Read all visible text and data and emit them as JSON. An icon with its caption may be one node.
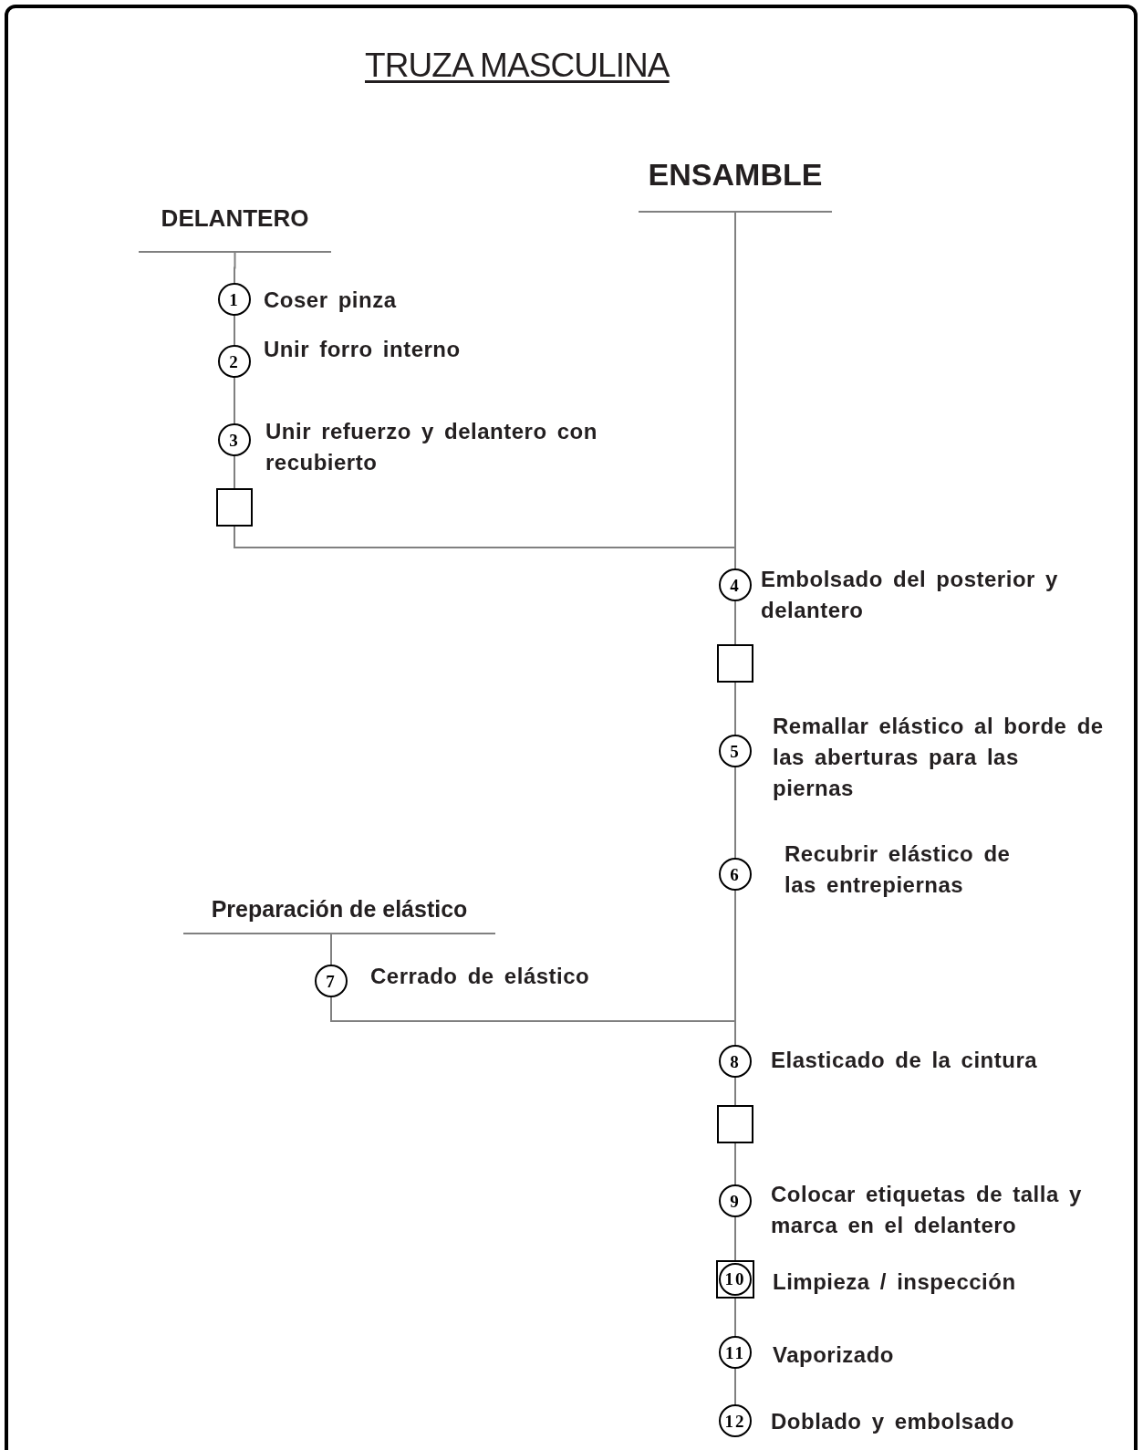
{
  "diagram": {
    "title": "TRUZA MASCULINA",
    "nodes": [
      {
        "text": [
          "DELANTERO"
        ]
      },
      {
        "text": [
          "1"
        ],
        "beside": [
          "Coser pinza"
        ]
      },
      {
        "text": [
          "2"
        ],
        "beside": [
          "Unir forro interno"
        ]
      },
      {
        "text": [
          "3"
        ],
        "beside": [
          "Unir refuerzo y delantero con recubierto"
        ]
      },
      {
        "text": [],
        "shape": "box"
      },
      {
        "text": [
          "ENSAMBLE"
        ]
      },
      {
        "text": [
          "4"
        ],
        "beside": [
          "Embolsado del posterior y delantero"
        ]
      },
      {
        "text": [],
        "shape": "box"
      },
      {
        "text": [
          "5"
        ],
        "beside": [
          "Remallar elástico al borde de las aberturas para las piernas"
        ]
      },
      {
        "text": [
          "6"
        ],
        "beside": [
          "Recubrir elástico de las entrepiernas"
        ]
      },
      {
        "text": [
          "Preparación de elástico"
        ]
      },
      {
        "text": [
          "7"
        ],
        "beside": [
          "Cerrado de elástico"
        ]
      },
      {
        "text": [
          "8"
        ],
        "beside": [
          "Elasticado de la cintura"
        ]
      },
      {
        "text": [],
        "shape": "box"
      },
      {
        "text": [
          "9"
        ],
        "beside": [
          "Colocar etiquetas de talla y marca en el delantero"
        ]
      },
      {
        "text": [
          "10"
        ],
        "beside": [
          "Limpieza / inspección"
        ]
      },
      {
        "text": [
          "11"
        ],
        "beside": [
          "Vaporizado"
        ]
      },
      {
        "text": [
          "12"
        ],
        "beside": [
          "Doblado y embolsado"
        ]
      }
    ],
    "edges": [
      {
        "from": 0,
        "to": 1,
        "arrow": "none"
      },
      {
        "from": 1,
        "to": 2,
        "arrow": "none"
      },
      {
        "from": 2,
        "to": 3,
        "arrow": "none"
      },
      {
        "from": 3,
        "to": 4,
        "arrow": "none"
      },
      {
        "from": 4,
        "to": 6,
        "arrow": "none"
      },
      {
        "from": 5,
        "to": 6,
        "arrow": "none"
      },
      {
        "from": 6,
        "to": 7,
        "arrow": "none"
      },
      {
        "from": 7,
        "to": 8,
        "arrow": "none"
      },
      {
        "from": 8,
        "to": 9,
        "arrow": "none"
      },
      {
        "from": 9,
        "to": 12,
        "arrow": "none"
      },
      {
        "from": 10,
        "to": 11,
        "arrow": "none"
      },
      {
        "from": 11,
        "to": 12,
        "arrow": "none"
      },
      {
        "from": 12,
        "to": 13,
        "arrow": "none"
      },
      {
        "from": 13,
        "to": 14,
        "arrow": "none"
      },
      {
        "from": 14,
        "to": 15,
        "arrow": "none"
      },
      {
        "from": 15,
        "to": 16,
        "arrow": "none"
      },
      {
        "from": 16,
        "to": 17,
        "arrow": "none"
      }
    ]
  }
}
